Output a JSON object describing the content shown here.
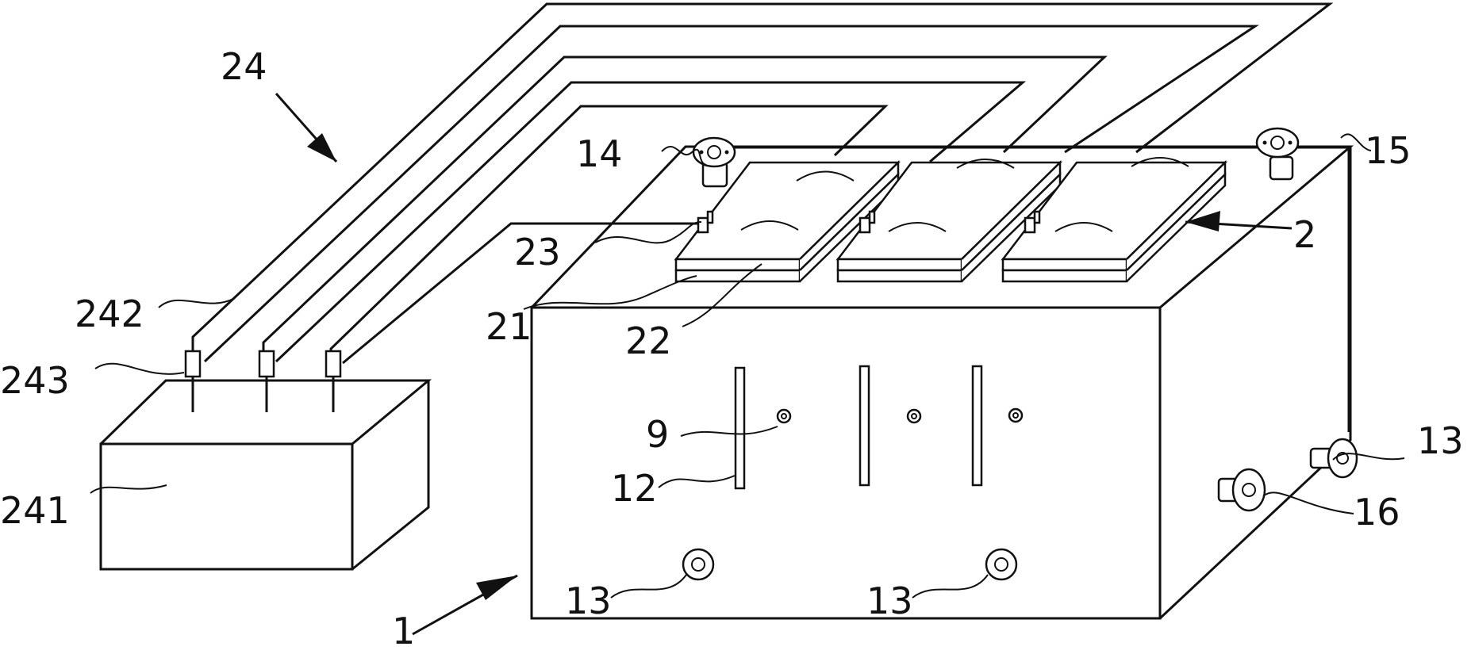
{
  "figure": {
    "labels": {
      "l24": "24",
      "l14": "14",
      "l15": "15",
      "l23": "23",
      "l2": "2",
      "l242": "242",
      "l21": "21",
      "l22": "22",
      "l243": "243",
      "l9": "9",
      "l12": "12",
      "l13_right": "13",
      "l16": "16",
      "l241": "241",
      "l13_left": "13",
      "l13_mid": "13",
      "l1": "1"
    }
  }
}
